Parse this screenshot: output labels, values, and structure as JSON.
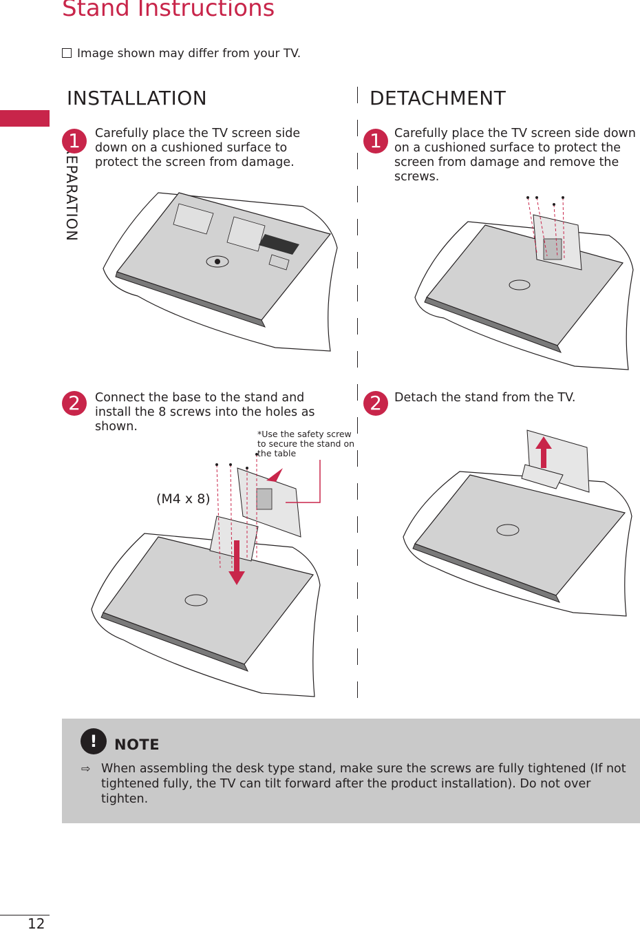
{
  "header": {
    "title": "Stand Instructions",
    "disclaimer": "Image shown may differ from your TV."
  },
  "side_tab": {
    "label": "PREPARATION",
    "color": "#c8254a"
  },
  "installation": {
    "heading": "INSTALLATION",
    "steps": [
      {
        "number": "1",
        "text": "Carefully place the TV screen side down on a cushioned surface to protect the screen from damage."
      },
      {
        "number": "2",
        "text": "Connect the base to the stand and install the 8 screws into the holes as shown."
      }
    ],
    "callout": "*Use the safety screw to secure the stand on the table",
    "screw_label": "(M4 x 8)"
  },
  "detachment": {
    "heading": "DETACHMENT",
    "steps": [
      {
        "number": "1",
        "text": "Carefully place the TV screen side down on a cushioned surface to protect the screen from damage and remove the screws."
      },
      {
        "number": "2",
        "text": "Detach the stand from the TV."
      }
    ]
  },
  "note": {
    "title": "NOTE",
    "icon": "exclamation-icon",
    "items": [
      "When assembling the desk type stand, make sure the screws are fully tightened (If not tightened fully, the TV can tilt forward after the product installation). Do not over tighten."
    ]
  },
  "page_number": "12",
  "colors": {
    "accent": "#c8254a",
    "note_bg": "#c9c9c9",
    "text": "#231f20"
  }
}
